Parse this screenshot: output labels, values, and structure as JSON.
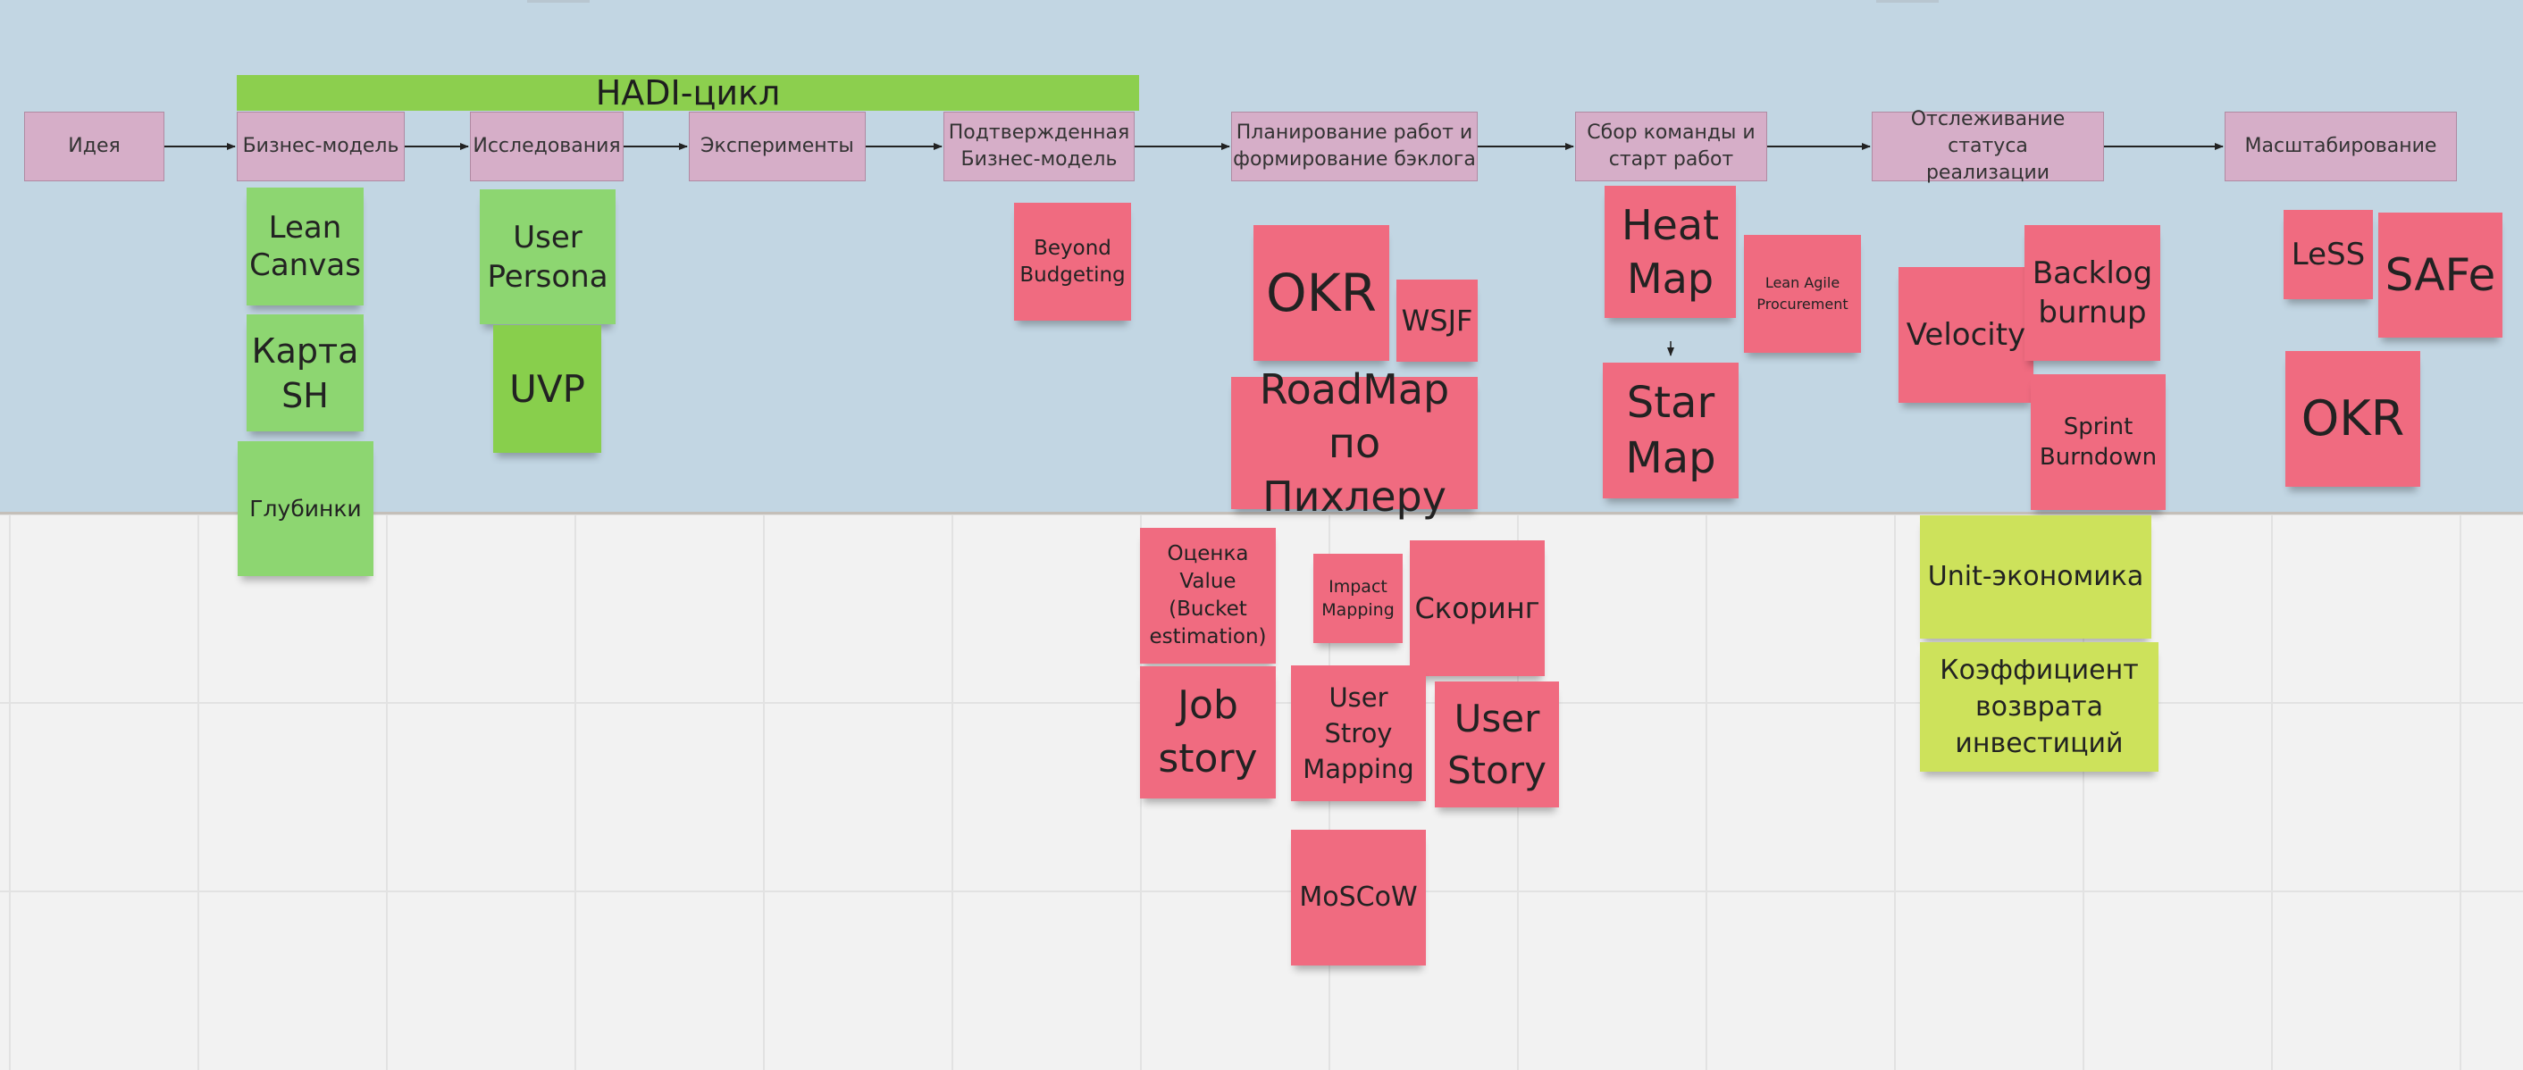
{
  "title": "HADI-цикл",
  "stages": [
    {
      "label": "Идея"
    },
    {
      "label": "Бизнес-модель"
    },
    {
      "label": "Исследования"
    },
    {
      "label": "Эксперименты"
    },
    {
      "label": "Подтвержденная\nБизнес-модель"
    },
    {
      "label": "Планирование работ и\nформирование бэклога"
    },
    {
      "label": "Сбор команды и\nстарт работ"
    },
    {
      "label": "Отслеживание статуса\nреализации"
    },
    {
      "label": "Масштабирование"
    }
  ],
  "stickies": [
    {
      "text": "Lean\nCanvas",
      "color": "#8dd671"
    },
    {
      "text": "Карта\nSH",
      "color": "#8dd671"
    },
    {
      "text": "Глубинки",
      "color": "#8dd671"
    },
    {
      "text": "User\nPersona",
      "color": "#8dd671"
    },
    {
      "text": "UVP",
      "color": "#88cf4c"
    },
    {
      "text": "Beyond\nBudgeting",
      "color": "#f06b80"
    },
    {
      "text": "OKR",
      "color": "#f06b80"
    },
    {
      "text": "WSJF",
      "color": "#f06b80"
    },
    {
      "text": "RoadMap\nпо Пихлеру",
      "color": "#f06b80"
    },
    {
      "text": "Оценка\nValue\n(Bucket\nestimation)",
      "color": "#f06b80"
    },
    {
      "text": "Impact\nMapping",
      "color": "#f06b80"
    },
    {
      "text": "Скоринг",
      "color": "#f06b80"
    },
    {
      "text": "Job\nstory",
      "color": "#f06b80"
    },
    {
      "text": "User\nStroy\nMapping",
      "color": "#f06b80"
    },
    {
      "text": "User\nStory",
      "color": "#f06b80"
    },
    {
      "text": "MoSCoW",
      "color": "#f06b80"
    },
    {
      "text": "Heat\nMap",
      "color": "#f06b80"
    },
    {
      "text": "Lean Agile\nProcurement",
      "color": "#f06b80"
    },
    {
      "text": "Star\nMap",
      "color": "#f06b80"
    },
    {
      "text": "Velocity",
      "color": "#f06b80"
    },
    {
      "text": "Backlog\nburnup",
      "color": "#f06b80"
    },
    {
      "text": "Sprint\nBurndown",
      "color": "#f06b80"
    },
    {
      "text": "Unit-экономика",
      "color": "#cde25b"
    },
    {
      "text": "Коэффициент\nвозврата\nинвестиций",
      "color": "#cde25b"
    },
    {
      "text": "LeSS",
      "color": "#f06b80"
    },
    {
      "text": "SAFe",
      "color": "#f06b80"
    },
    {
      "text": "OKR",
      "color": "#f06b80"
    }
  ]
}
